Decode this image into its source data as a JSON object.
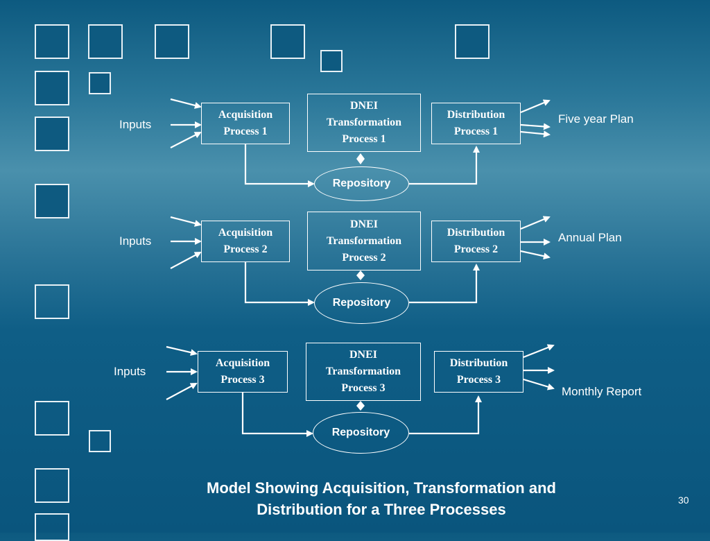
{
  "rows": [
    {
      "inputs_label": "Inputs",
      "acquisition": [
        "Acquisition",
        "Process 1"
      ],
      "transformation": [
        "DNEI",
        "Transformation",
        "Process 1"
      ],
      "distribution": [
        "Distribution",
        "Process 1"
      ],
      "repository": "Repository",
      "output_label": "Five year Plan"
    },
    {
      "inputs_label": "Inputs",
      "acquisition": [
        "Acquisition",
        "Process 2"
      ],
      "transformation": [
        "DNEI",
        "Transformation",
        "Process 2"
      ],
      "distribution": [
        "Distribution",
        "Process 2"
      ],
      "repository": "Repository",
      "output_label": "Annual Plan"
    },
    {
      "inputs_label": "Inputs",
      "acquisition": [
        "Acquisition",
        "Process 3"
      ],
      "transformation": [
        "DNEI",
        "Transformation",
        "Process 3"
      ],
      "distribution": [
        "Distribution",
        "Process 3"
      ],
      "repository": "Repository",
      "output_label": "Monthly Report"
    }
  ],
  "caption": [
    "Model Showing Acquisition, Transformation and",
    "Distribution for a Three Processes"
  ],
  "page_number": "30"
}
